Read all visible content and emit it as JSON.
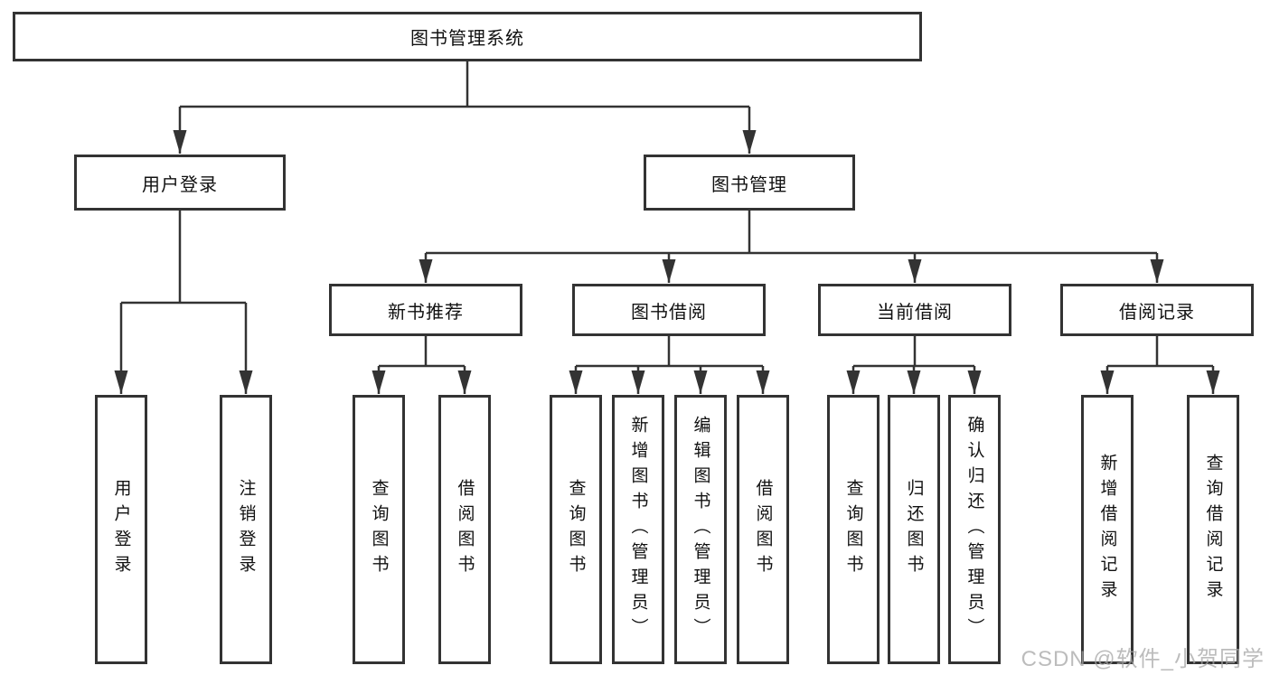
{
  "diagram": {
    "root": {
      "label": "图书管理系统"
    },
    "branches": {
      "user_login": {
        "label": "用户登录",
        "children": [
          {
            "label": "用户登录"
          },
          {
            "label": "注销登录"
          }
        ]
      },
      "book_mgmt": {
        "label": "图书管理"
      }
    },
    "modules": [
      {
        "label": "新书推荐",
        "children": [
          {
            "label": "查询图书"
          },
          {
            "label": "借阅图书"
          }
        ]
      },
      {
        "label": "图书借阅",
        "children": [
          {
            "label": "查询图书"
          },
          {
            "label": "新增图书（管理员）"
          },
          {
            "label": "编辑图书（管理员）"
          },
          {
            "label": "借阅图书"
          }
        ]
      },
      {
        "label": "当前借阅",
        "children": [
          {
            "label": "查询图书"
          },
          {
            "label": "归还图书"
          },
          {
            "label": "确认归还（管理员）"
          }
        ]
      },
      {
        "label": "借阅记录",
        "children": [
          {
            "label": "新增借阅记录"
          },
          {
            "label": "查询借阅记录"
          }
        ]
      }
    ],
    "colors": {
      "line": "#333333",
      "box_border": "#333333",
      "text": "#111111",
      "background": "#ffffff",
      "watermark": "#a5a5a5"
    }
  },
  "watermark": {
    "text": "CSDN @软件_小贺同学"
  }
}
